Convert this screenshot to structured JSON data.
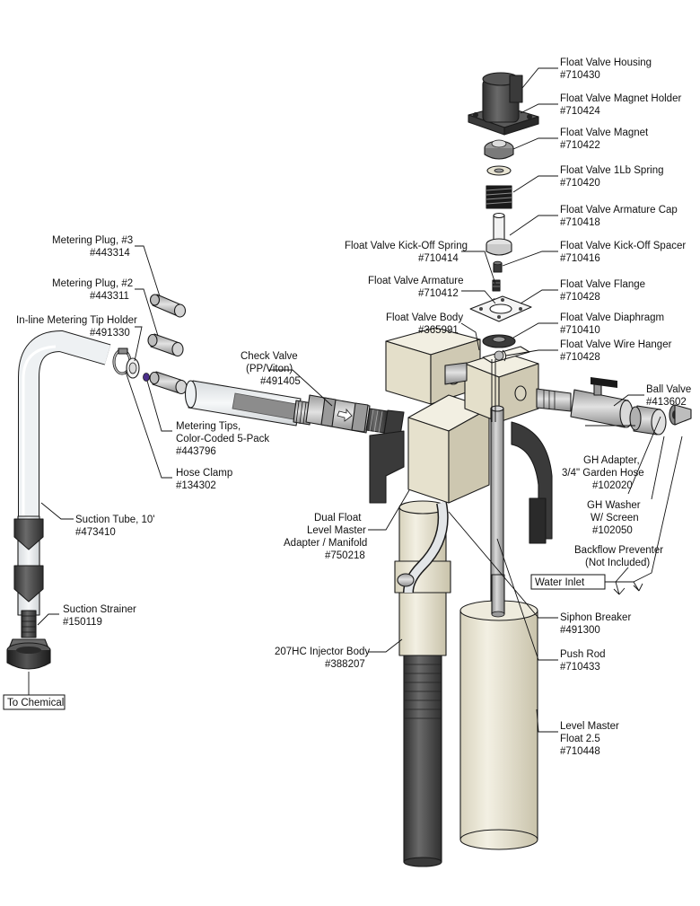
{
  "callouts": {
    "float_valve_housing": {
      "name": "Float Valve Housing",
      "part": "#710430"
    },
    "float_valve_magnet_holder": {
      "name": "Float Valve Magnet Holder",
      "part": "#710424"
    },
    "float_valve_magnet": {
      "name": "Float Valve Magnet",
      "part": "#710422"
    },
    "float_valve_spring": {
      "name": "Float Valve 1Lb Spring",
      "part": "#710420"
    },
    "float_valve_armature_cap": {
      "name": "Float Valve Armature Cap",
      "part": "#710418"
    },
    "float_valve_kickoff_spring": {
      "name": "Float Valve Kick-Off Spring",
      "part": "#710414"
    },
    "float_valve_kickoff_spacer": {
      "name": "Float Valve Kick-Off Spacer",
      "part": "#710416"
    },
    "float_valve_armature": {
      "name": "Float Valve Armature",
      "part": "#710412"
    },
    "float_valve_flange": {
      "name": "Float Valve Flange",
      "part": "#710428"
    },
    "float_valve_body": {
      "name": "Float Valve Body",
      "part": "#365991"
    },
    "float_valve_diaphragm": {
      "name": "Float Valve Diaphragm",
      "part": "#710410"
    },
    "float_valve_wire_hanger": {
      "name": "Float Valve Wire Hanger",
      "part": "#710428"
    },
    "ball_valve": {
      "name": "Ball Valve",
      "part": "#413602"
    },
    "gh_adapter": {
      "name1": "GH Adapter,",
      "name2": "3/4\" Garden Hose",
      "part": "#102020"
    },
    "gh_washer": {
      "name1": "GH Washer",
      "name2": "W/ Screen",
      "part": "#102050"
    },
    "backflow_preventer": {
      "name1": "Backflow Preventer",
      "name2": "(Not Included)"
    },
    "metering_plug_3": {
      "name": "Metering Plug, #3",
      "part": "#443314"
    },
    "metering_plug_2": {
      "name": "Metering Plug, #2",
      "part": "#443311"
    },
    "inline_tip_holder": {
      "name": "In-line Metering Tip Holder",
      "part": "#491330"
    },
    "check_valve": {
      "name1": "Check Valve",
      "name2": "(PP/Viton)",
      "part": "#491405"
    },
    "metering_tips": {
      "name1": "Metering Tips,",
      "name2": "Color-Coded 5-Pack",
      "part": "#443796"
    },
    "hose_clamp": {
      "name": "Hose Clamp",
      "part": "#134302"
    },
    "suction_tube": {
      "name": "Suction Tube, 10'",
      "part": "#473410"
    },
    "suction_strainer": {
      "name": "Suction Strainer",
      "part": "#150119"
    },
    "dual_float": {
      "name1": "Dual Float",
      "name2": "Level Master",
      "name3": "Adapter / Manifold",
      "part": "#750218"
    },
    "siphon_breaker": {
      "name": "Siphon Breaker",
      "part": "#491300"
    },
    "push_rod": {
      "name": "Push Rod",
      "part": "#710433"
    },
    "injector_body": {
      "name": "207HC Injector Body",
      "part": "#388207"
    },
    "level_master_float": {
      "name1": "Level Master",
      "name2": "Float 2.5",
      "part": "#710448"
    }
  },
  "boxed_labels": {
    "water_inlet": "Water Inlet",
    "to_chemical": "To Chemical"
  },
  "colors": {
    "cream": "#ece8d8",
    "cream_shade": "#cfc9b3",
    "dark_gray": "#4a4a4a",
    "mid_gray": "#7a7a7a",
    "light_gray": "#c9c9c9",
    "clear_tube": "#e9ecee",
    "accent_purple": "#4b2f8a"
  }
}
